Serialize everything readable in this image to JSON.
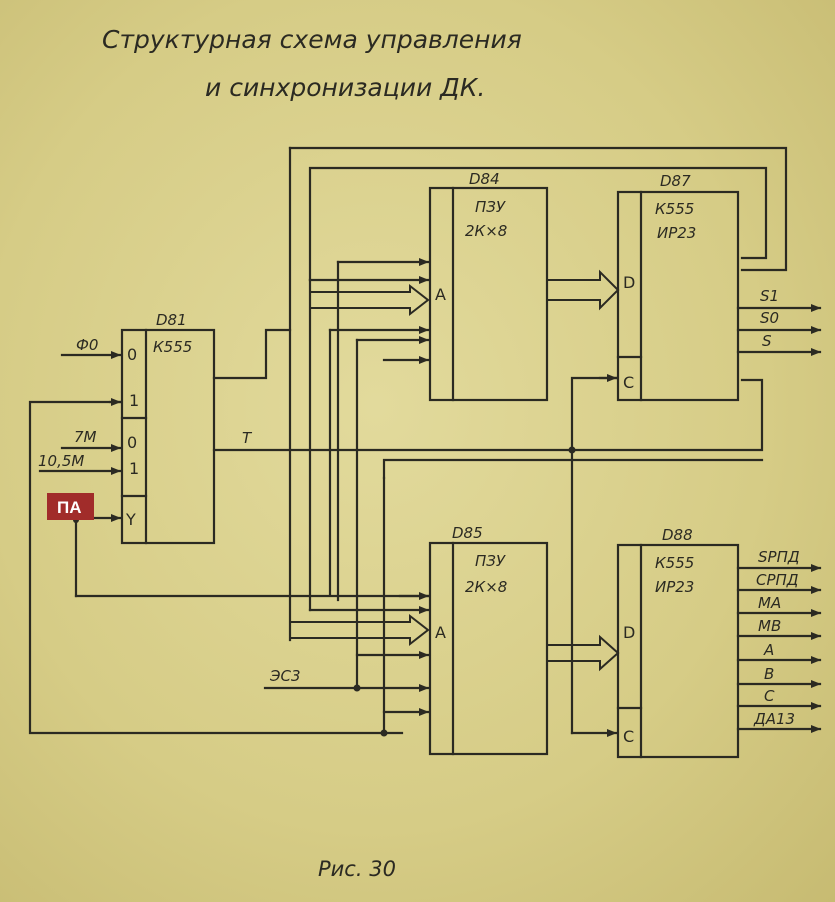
{
  "title_line1": "Структурная схема управления",
  "title_line2": "и синхронизации ДК.",
  "caption": "Рис. 30",
  "ink_color": "#2b2a22",
  "highlight_color": "#a12c2a",
  "chips": {
    "d81": {
      "ref": "D81",
      "type": "К555",
      "pins": [
        "0",
        "1",
        "0",
        "1",
        "Y"
      ]
    },
    "d84": {
      "ref": "D84",
      "type": "ПЗУ",
      "size": "2К×8",
      "pin": "A"
    },
    "d85": {
      "ref": "D85",
      "type": "ПЗУ",
      "size": "2К×8",
      "pin": "A"
    },
    "d87": {
      "ref": "D87",
      "type": "К555",
      "sub": "ИР23",
      "pin_d": "D",
      "pin_c": "C"
    },
    "d88": {
      "ref": "D88",
      "type": "К555",
      "sub": "ИР23",
      "pin_d": "D",
      "pin_c": "C"
    }
  },
  "signals": {
    "phi0": "Ф0",
    "f7m": "7М",
    "f105m": "10,5М",
    "pa": "ПА",
    "t": "Т",
    "esz": "ЭС3"
  },
  "d87_outputs": [
    "S1",
    "S0",
    "S"
  ],
  "d88_outputs": [
    "SРПД",
    "СРПД",
    "МА",
    "МВ",
    "А",
    "В",
    "С",
    "ДА13"
  ]
}
